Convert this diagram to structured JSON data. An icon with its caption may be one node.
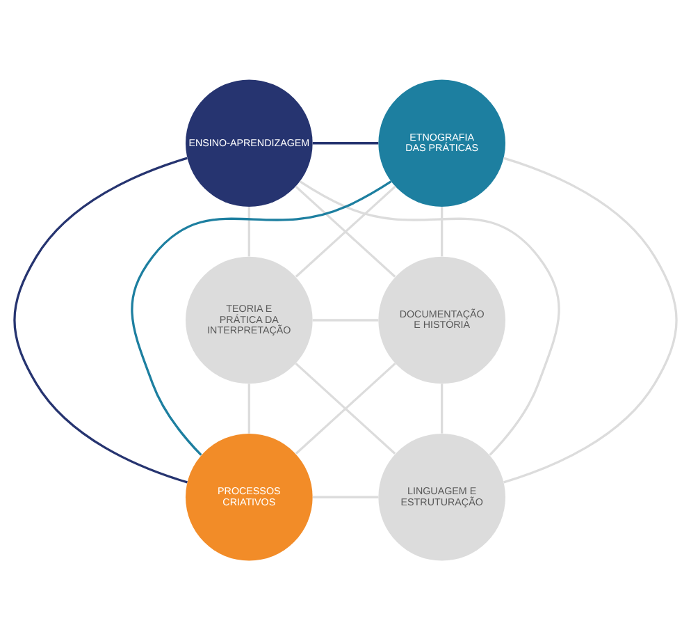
{
  "diagram": {
    "nodes": [
      {
        "text": [
          "ENSINO-APRENDIZAGEM"
        ]
      },
      {
        "text": [
          "ETNOGRAFIA DAS PRÁTICAS"
        ]
      },
      {
        "text": [
          "TEORIA E PRÁTICA DA INTERPRETAÇÃO"
        ]
      },
      {
        "text": [
          "DOCUMENTAÇÃO E HISTÓRIA"
        ]
      },
      {
        "text": [
          "PROCESSOS CRIATIVOS"
        ]
      },
      {
        "text": [
          "LINGUAGEM E ESTRUTURAÇÃO"
        ]
      }
    ],
    "edges": [
      {
        "from": 0,
        "to": 1,
        "arrow": "none",
        "color": "#263470"
      },
      {
        "from": 0,
        "to": 4,
        "arrow": "none",
        "color": "#263470"
      },
      {
        "from": 1,
        "to": 4,
        "arrow": "none",
        "color": "#1d7fa0"
      },
      {
        "from": 0,
        "to": 2,
        "arrow": "none"
      },
      {
        "from": 0,
        "to": 3,
        "arrow": "none"
      },
      {
        "from": 0,
        "to": 5,
        "arrow": "none"
      },
      {
        "from": 1,
        "to": 2,
        "arrow": "none"
      },
      {
        "from": 1,
        "to": 3,
        "arrow": "none"
      },
      {
        "from": 1,
        "to": 5,
        "arrow": "none"
      },
      {
        "from": 2,
        "to": 3,
        "arrow": "none"
      },
      {
        "from": 2,
        "to": 4,
        "arrow": "none"
      },
      {
        "from": 2,
        "to": 5,
        "arrow": "none"
      },
      {
        "from": 3,
        "to": 4,
        "arrow": "none"
      },
      {
        "from": 3,
        "to": 5,
        "arrow": "none"
      },
      {
        "from": 4,
        "to": 5,
        "arrow": "none"
      }
    ]
  }
}
